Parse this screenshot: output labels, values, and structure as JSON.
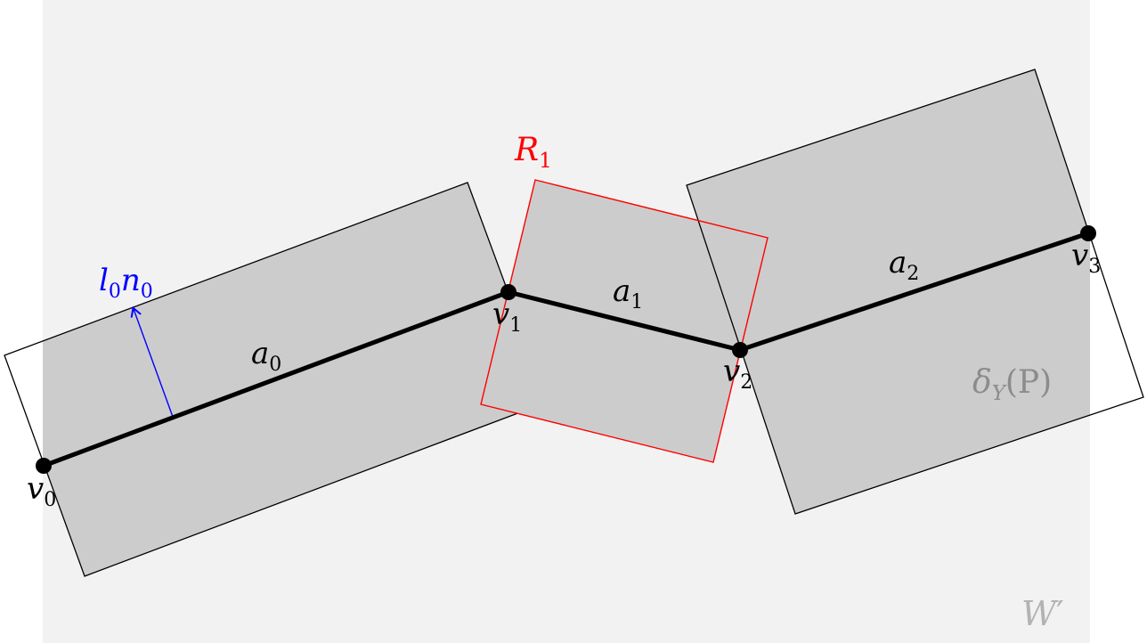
{
  "colors": {
    "workspace_fill": "#f2f2f2",
    "region_fill": "#cccccc",
    "region_stroke": "#000000",
    "highlight": "#ff0000",
    "normal": "#0000ff",
    "muted_label": "#8c8c8c",
    "path": "#000000"
  },
  "labels": {
    "workspace": {
      "main": "W",
      "prime": "′"
    },
    "delta": {
      "main": "δ",
      "sub": "Y",
      "arg": "(P)"
    },
    "region_r1": {
      "main": "R",
      "sub": "1"
    },
    "normal": {
      "l": "l",
      "l_sub": "0",
      "n": "n",
      "n_sub": "0"
    },
    "vertices": [
      {
        "main": "v",
        "sub": "0"
      },
      {
        "main": "v",
        "sub": "1"
      },
      {
        "main": "v",
        "sub": "2"
      },
      {
        "main": "v",
        "sub": "3"
      }
    ],
    "edges": [
      {
        "main": "a",
        "sub": "0"
      },
      {
        "main": "a",
        "sub": "1"
      },
      {
        "main": "a",
        "sub": "2"
      }
    ]
  }
}
